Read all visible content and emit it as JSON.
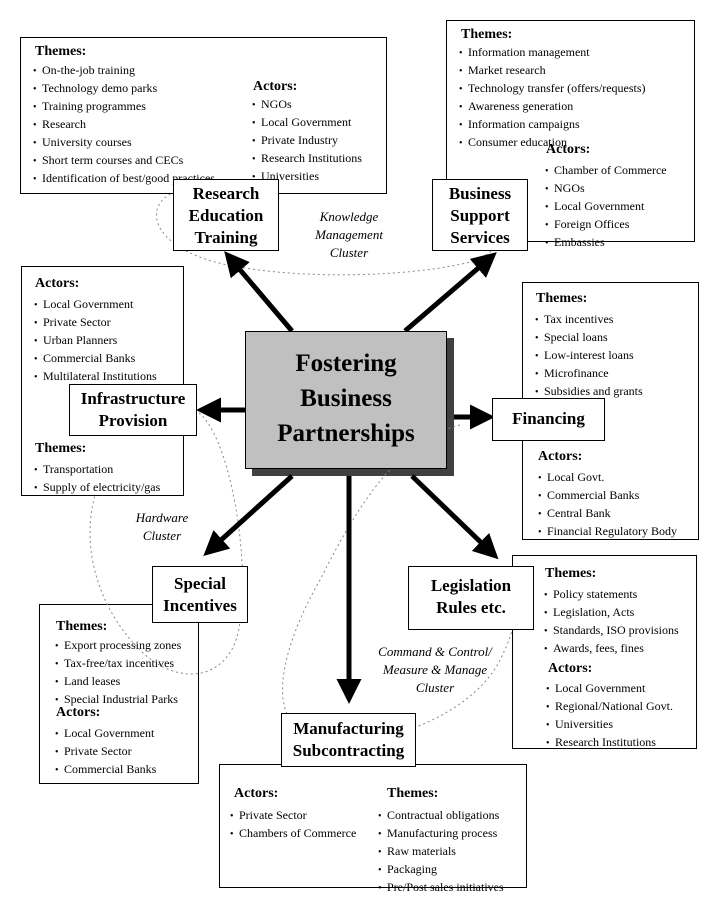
{
  "center": {
    "lines": [
      "Fostering",
      "Business",
      "Partnerships"
    ]
  },
  "clusters": {
    "knowledge": [
      "Knowledge",
      "Management",
      "Cluster"
    ],
    "hardware": [
      "Hardware",
      "Cluster"
    ],
    "command": [
      "Command & Control/",
      "Measure & Manage",
      "Cluster"
    ]
  },
  "nodes": {
    "research": {
      "title": [
        "Research",
        "Education",
        "Training"
      ],
      "themes_heading": "Themes:",
      "themes": [
        "On-the-job training",
        "Technology demo parks",
        "Training programmes",
        "Research",
        "University courses",
        "Short term courses and CECs",
        "Identification of best/good practices"
      ],
      "actors_heading": "Actors:",
      "actors": [
        "NGOs",
        "Local Government",
        "Private Industry",
        "Research Institutions",
        "Universities"
      ]
    },
    "business": {
      "title": [
        "Business",
        "Support",
        "Services"
      ],
      "themes_heading": "Themes:",
      "themes": [
        "Information management",
        "Market research",
        "Technology transfer (offers/requests)",
        "Awareness generation",
        "Information campaigns",
        "Consumer education"
      ],
      "actors_heading": "Actors:",
      "actors": [
        "Chamber of Commerce",
        "NGOs",
        "Local Government",
        "Foreign Offices",
        "Embassies"
      ]
    },
    "infrastructure": {
      "title": [
        "Infrastructure",
        "Provision"
      ],
      "actors_heading": "Actors:",
      "actors": [
        "Local Government",
        "Private Sector",
        "Urban Planners",
        "Commercial  Banks",
        "Multilateral Institutions"
      ],
      "themes_heading": "Themes:",
      "themes": [
        "Transportation",
        "Supply of electricity/gas"
      ]
    },
    "financing": {
      "title": [
        "Financing"
      ],
      "themes_heading": "Themes:",
      "themes": [
        "Tax incentives",
        "Special loans",
        "Low-interest loans",
        "Microfinance",
        "Subsidies and grants"
      ],
      "actors_heading": "Actors:",
      "actors": [
        "Local Govt.",
        "Commercial  Banks",
        "Central Bank",
        "Financial Regulatory Body"
      ]
    },
    "incentives": {
      "title": [
        "Special",
        "Incentives"
      ],
      "themes_heading": "Themes:",
      "themes": [
        "Export processing zones",
        "Tax-free/tax  incentives",
        "Land leases",
        "Special Industrial Parks"
      ],
      "actors_heading": "Actors:",
      "actors": [
        "Local Government",
        "Private Sector",
        "Commercial  Banks"
      ]
    },
    "legislation": {
      "title": [
        "Legislation",
        "Rules etc."
      ],
      "themes_heading": "Themes:",
      "themes": [
        "Policy statements",
        "Legislation, Acts",
        "Standards, ISO provisions",
        "Awards, fees, fines"
      ],
      "actors_heading": "Actors:",
      "actors": [
        "Local Government",
        "Regional/National Govt.",
        "Universities",
        "Research Institutions"
      ]
    },
    "manufacturing": {
      "title": [
        "Manufacturing",
        "Subcontracting"
      ],
      "actors_heading": "Actors:",
      "actors": [
        "Private Sector",
        "Chambers of Commerce"
      ],
      "themes_heading": "Themes:",
      "themes": [
        "Contractual obligations",
        "Manufacturing process",
        "Raw materials",
        "Packaging",
        "Pre/Post sales initiatives"
      ]
    }
  }
}
